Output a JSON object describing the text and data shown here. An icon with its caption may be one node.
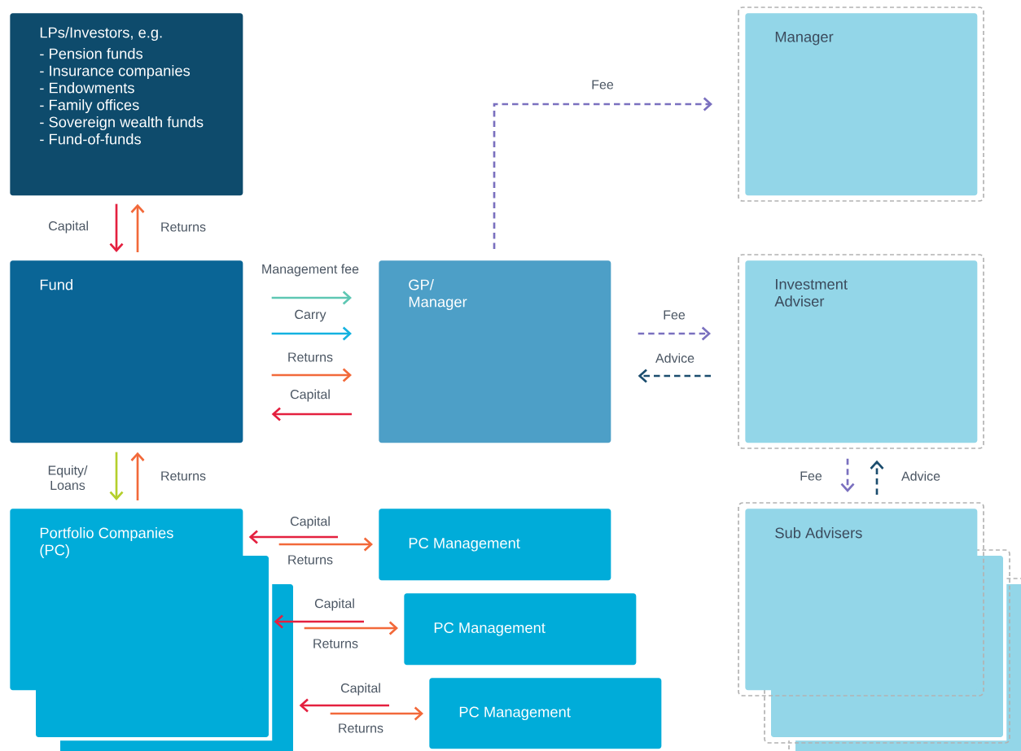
{
  "diagram": {
    "nodes": [
      {
        "text": [
          "LPs/Investors, e.g.",
          "- Pension funds",
          "- Insurance companies",
          "- Endowments",
          "- Family offices",
          "- Sovereign wealth funds",
          "- Fund-of-funds"
        ]
      },
      {
        "text": [
          "Fund"
        ]
      },
      {
        "text": [
          "GP/ Manager"
        ]
      },
      {
        "text": [
          "Manager"
        ]
      },
      {
        "text": [
          "Investment Adviser"
        ]
      },
      {
        "text": [
          "Sub Advisers"
        ]
      },
      {
        "text": [
          "Portfolio Companies (PC)"
        ]
      },
      {
        "text": [
          "PC Management"
        ]
      },
      {
        "text": [
          "PC Management"
        ]
      },
      {
        "text": [
          "PC Management"
        ]
      }
    ],
    "edges": [
      {
        "from": 0,
        "to": 1,
        "arrow": "to",
        "label": "Capital",
        "color": "#e4203f"
      },
      {
        "from": 1,
        "to": 0,
        "arrow": "to",
        "label": "Returns",
        "color": "#f2693a"
      },
      {
        "from": 1,
        "to": 2,
        "arrow": "to",
        "label": "Management fee",
        "color": "#5ec7b3"
      },
      {
        "from": 1,
        "to": 2,
        "arrow": "to",
        "label": "Carry",
        "color": "#14b2e0"
      },
      {
        "from": 1,
        "to": 2,
        "arrow": "to",
        "label": "Returns",
        "color": "#f2693a"
      },
      {
        "from": 2,
        "to": 1,
        "arrow": "to",
        "label": "Capital",
        "color": "#e4203f"
      },
      {
        "from": 2,
        "to": 3,
        "arrow": "to",
        "label": "Fee",
        "style": "dashed",
        "color": "#7a70bf"
      },
      {
        "from": 2,
        "to": 4,
        "arrow": "to",
        "label": "Fee",
        "style": "dashed",
        "color": "#7a70bf"
      },
      {
        "from": 4,
        "to": 2,
        "arrow": "to",
        "label": "Advice",
        "style": "dashed",
        "color": "#1b4d6e"
      },
      {
        "from": 4,
        "to": 5,
        "arrow": "to",
        "label": "Fee",
        "style": "dashed",
        "color": "#7a70bf"
      },
      {
        "from": 5,
        "to": 4,
        "arrow": "to",
        "label": "Advice",
        "style": "dashed",
        "color": "#1b4d6e"
      },
      {
        "from": 1,
        "to": 6,
        "arrow": "to",
        "label": "Equity/ Loans",
        "color": "#b4cf2c"
      },
      {
        "from": 6,
        "to": 1,
        "arrow": "to",
        "label": "Returns",
        "color": "#f2693a"
      },
      {
        "from": 7,
        "to": 6,
        "arrow": "to",
        "label": "Capital",
        "color": "#e4203f"
      },
      {
        "from": 6,
        "to": 7,
        "arrow": "to",
        "label": "Returns",
        "color": "#f2693a"
      },
      {
        "from": 8,
        "to": 6,
        "arrow": "to",
        "label": "Capital",
        "color": "#e4203f"
      },
      {
        "from": 6,
        "to": 8,
        "arrow": "to",
        "label": "Returns",
        "color": "#f2693a"
      },
      {
        "from": 9,
        "to": 6,
        "arrow": "to",
        "label": "Capital",
        "color": "#e4203f"
      },
      {
        "from": 6,
        "to": 9,
        "arrow": "to",
        "label": "Returns",
        "color": "#f2693a"
      }
    ]
  }
}
